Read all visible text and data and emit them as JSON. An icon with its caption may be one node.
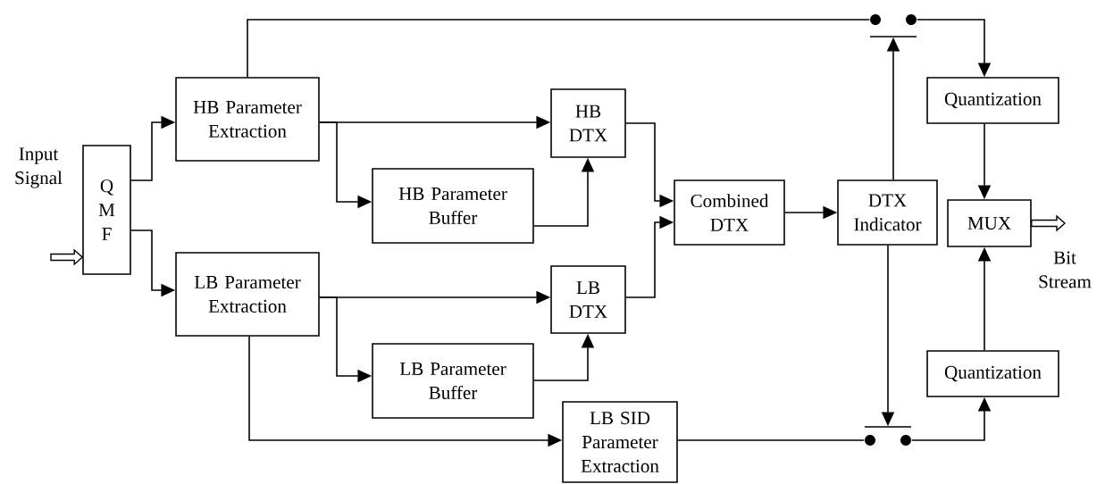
{
  "diagram": {
    "nodes": [
      {
        "text": [
          "Q M F"
        ]
      },
      {
        "text": [
          "HB Parameter Extraction"
        ]
      },
      {
        "text": [
          "LB Parameter Extraction"
        ]
      },
      {
        "text": [
          "HB DTX"
        ]
      },
      {
        "text": [
          "HB Parameter Buffer"
        ]
      },
      {
        "text": [
          "LB DTX"
        ]
      },
      {
        "text": [
          "LB Parameter Buffer"
        ]
      },
      {
        "text": [
          "Combined DTX"
        ]
      },
      {
        "text": [
          "DTX Indicator"
        ]
      },
      {
        "text": [
          "LB SID Parameter Extraction"
        ]
      },
      {
        "text": [],
        "shape": "switch"
      },
      {
        "text": [],
        "shape": "switch"
      },
      {
        "text": [
          "Quantization"
        ]
      },
      {
        "text": [
          "Quantization"
        ]
      },
      {
        "text": [
          "MUX"
        ]
      }
    ],
    "edges": [
      {
        "from": null,
        "to": 0,
        "arrow": "to"
      },
      {
        "from": 0,
        "to": 1,
        "arrow": "to"
      },
      {
        "from": 0,
        "to": 2,
        "arrow": "to"
      },
      {
        "from": 1,
        "to": 3,
        "arrow": "to"
      },
      {
        "from": 1,
        "to": 4,
        "arrow": "to"
      },
      {
        "from": 4,
        "to": 3,
        "arrow": "to"
      },
      {
        "from": 3,
        "to": 7,
        "arrow": "to"
      },
      {
        "from": 5,
        "to": 7,
        "arrow": "to"
      },
      {
        "from": 2,
        "to": 5,
        "arrow": "to"
      },
      {
        "from": 2,
        "to": 6,
        "arrow": "to"
      },
      {
        "from": 6,
        "to": 5,
        "arrow": "to"
      },
      {
        "from": 7,
        "to": 8,
        "arrow": "to"
      },
      {
        "from": 8,
        "to": 10,
        "arrow": "to"
      },
      {
        "from": 8,
        "to": 11,
        "arrow": "to"
      },
      {
        "from": 1,
        "to": 10,
        "arrow": "none"
      },
      {
        "from": 10,
        "to": 12,
        "arrow": "to"
      },
      {
        "from": 12,
        "to": 14,
        "arrow": "to"
      },
      {
        "from": 2,
        "to": 9,
        "arrow": "to"
      },
      {
        "from": 9,
        "to": 11,
        "arrow": "none"
      },
      {
        "from": 11,
        "to": 13,
        "arrow": "to"
      },
      {
        "from": 13,
        "to": 14,
        "arrow": "to"
      },
      {
        "from": 14,
        "to": null,
        "arrow": "to"
      }
    ],
    "labels": [
      "Input Signal",
      "Bit Stream"
    ]
  }
}
